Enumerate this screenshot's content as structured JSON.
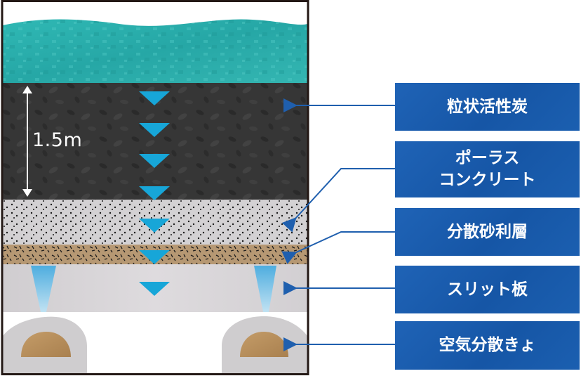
{
  "dimension": {
    "height_label": "1.5m"
  },
  "labels": {
    "granular_activated_carbon": "粒状活性炭",
    "porous_concrete_line1": "ポーラス",
    "porous_concrete_line2": "コンクリート",
    "dispersion_gravel_layer": "分散砂利層",
    "slit_plate": "スリット板",
    "air_diffuser_pipe": "空気分散きょ"
  },
  "colors": {
    "water": "#2fb3b0",
    "activated_carbon": "#343434",
    "porous_concrete": "#d2d0d2",
    "gravel_layer": "#b69873",
    "slit_plate": "#d8d6d8",
    "diffuser_arch": "#cfcdcf",
    "diffuser_core": "#b68f5e",
    "flow_arrow": "#17a6d8",
    "label_box": "#1b5cad",
    "leader_line": "#1f5fae"
  }
}
